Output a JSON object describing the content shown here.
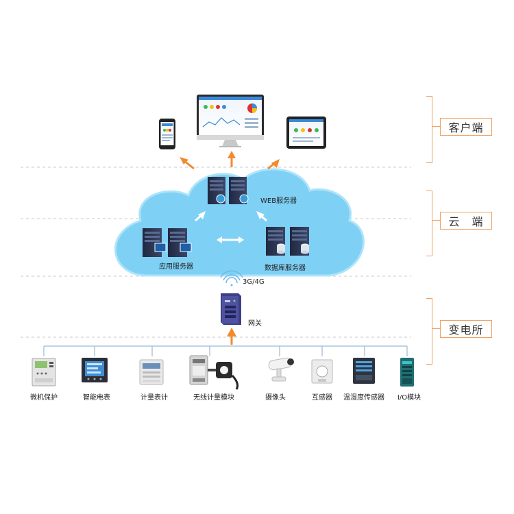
{
  "zones": {
    "client": "客户端",
    "cloud": "云　端",
    "substation": "变电所"
  },
  "cloud": {
    "web_server": "WEB服务器",
    "app_server": "应用服务器",
    "db_server": "数据库服务器"
  },
  "network": {
    "link": "3G/4G",
    "gateway": "网关"
  },
  "devices": [
    {
      "label": "微机保护",
      "icon": "protection-relay-icon"
    },
    {
      "label": "智能电表",
      "icon": "smart-meter-icon"
    },
    {
      "label": "计量表计",
      "icon": "energy-meter-icon"
    },
    {
      "label": "无线计量模块",
      "icon": "wireless-meter-module-icon"
    },
    {
      "label": "摄像头",
      "icon": "camera-icon"
    },
    {
      "label": "互感器",
      "icon": "current-transformer-icon"
    },
    {
      "label": "温湿度传感器",
      "icon": "temperature-humidity-sensor-icon"
    },
    {
      "label": "I/O模块",
      "icon": "io-module-icon"
    }
  ],
  "colors": {
    "arrow": "#f28a2e",
    "cloud": "#7fd0f5",
    "cloud_edge": "#aee3fb",
    "bracket": "#f0a060",
    "dashed": "#c8c8c8",
    "server": "#2b3550",
    "bus_line": "#9bb8d6"
  }
}
